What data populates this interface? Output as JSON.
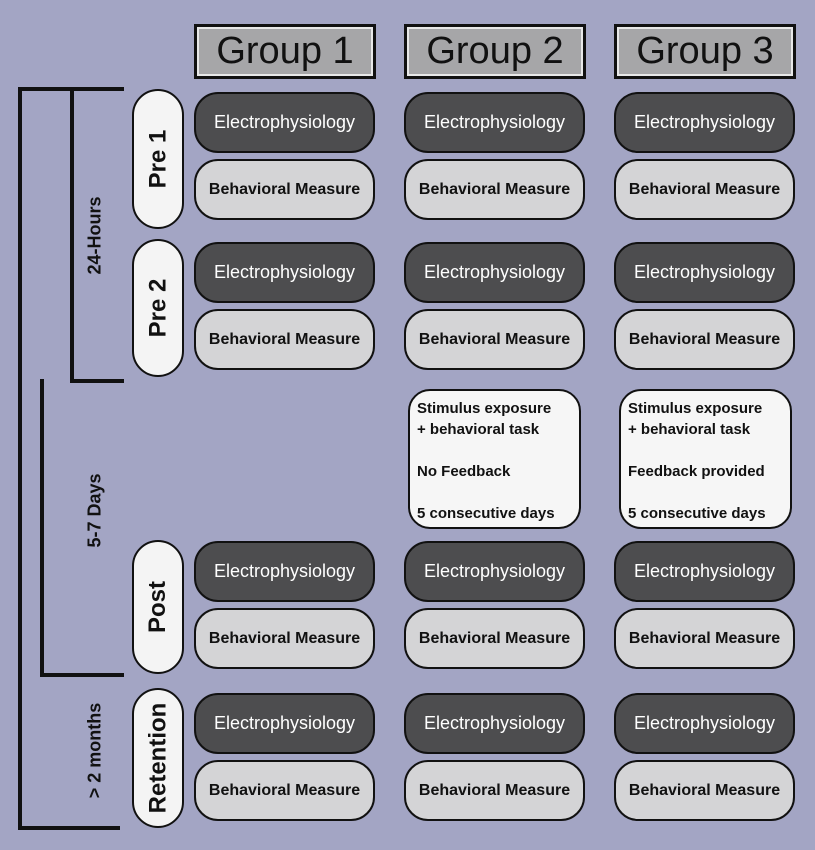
{
  "groups": [
    "Group 1",
    "Group 2",
    "Group 3"
  ],
  "phases": [
    "Pre 1",
    "Pre 2",
    "Post",
    "Retention"
  ],
  "measures": {
    "electrophysiology": "Electrophysiology",
    "behavioral": "Behavioral Measure"
  },
  "training": {
    "group2": [
      "Stimulus exposure",
      "+ behavioral task",
      "",
      "No Feedback",
      "",
      "5 consecutive days"
    ],
    "group3": [
      "Stimulus exposure",
      "+ behavioral task",
      "",
      "Feedback provided",
      "",
      "5 consecutive days"
    ]
  },
  "durations": [
    "24-Hours",
    "5-7 Days",
    "> 2 months"
  ],
  "colors": {
    "background": "#a3a5c4",
    "header_fill": "#a6a6a8",
    "ephys_fill": "#4d4d4f",
    "behavioral_fill": "#d4d4d6",
    "phase_fill": "#f4f4f4"
  }
}
